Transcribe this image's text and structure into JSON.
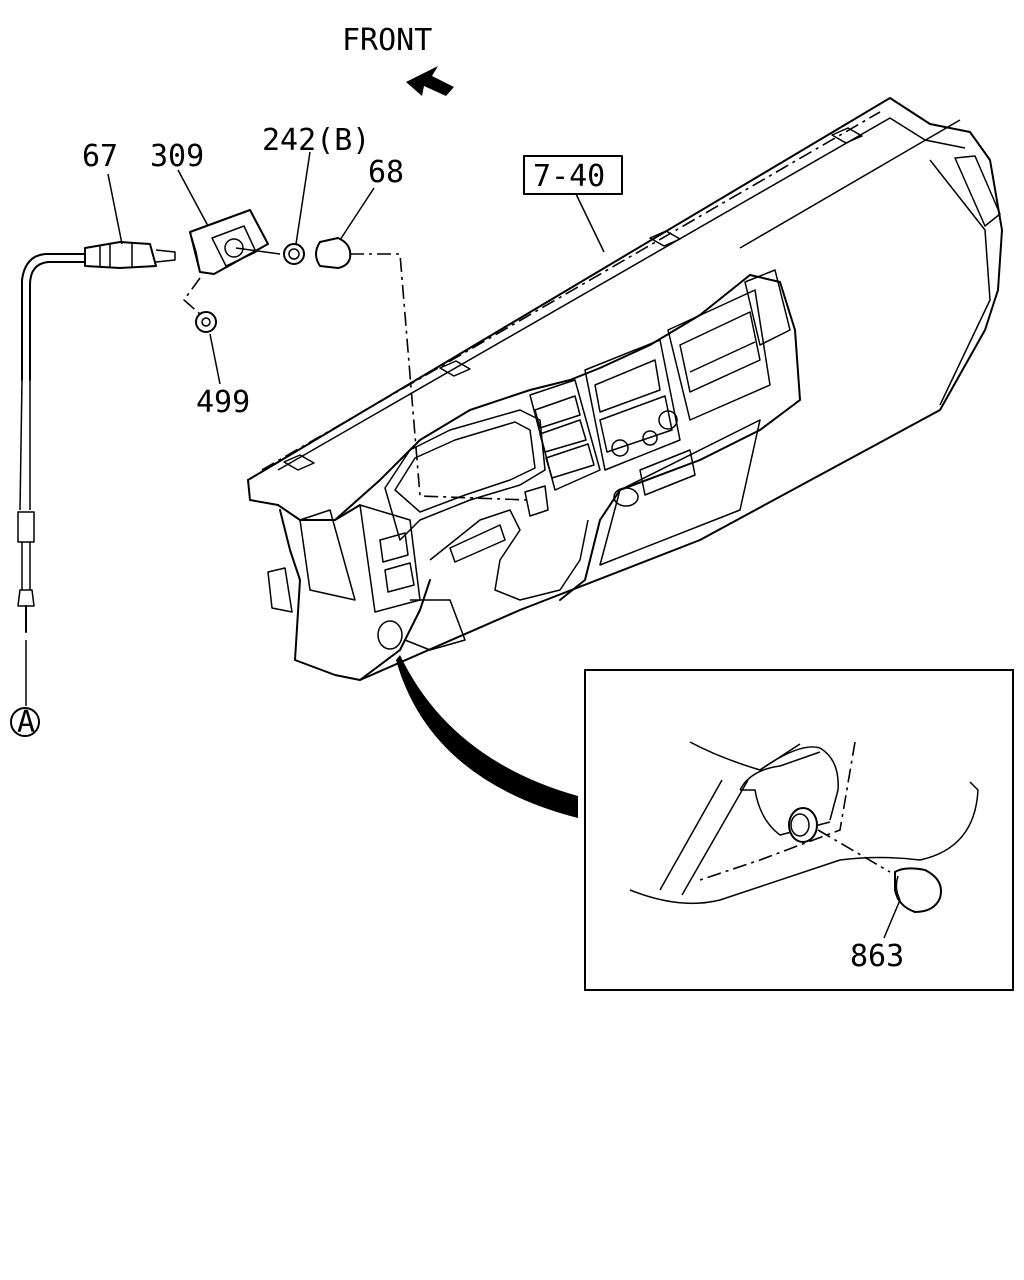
{
  "front_label": "FRONT",
  "reference_box": "7-40",
  "callouts": {
    "cable": "67",
    "bracket": "309",
    "nut": "242(B)",
    "knob": "68",
    "clip": "499",
    "plug": "863",
    "connector": "A"
  },
  "icons": {
    "front_arrow": "arrow-left-icon",
    "connector_marker": "circle-letter-icon"
  }
}
